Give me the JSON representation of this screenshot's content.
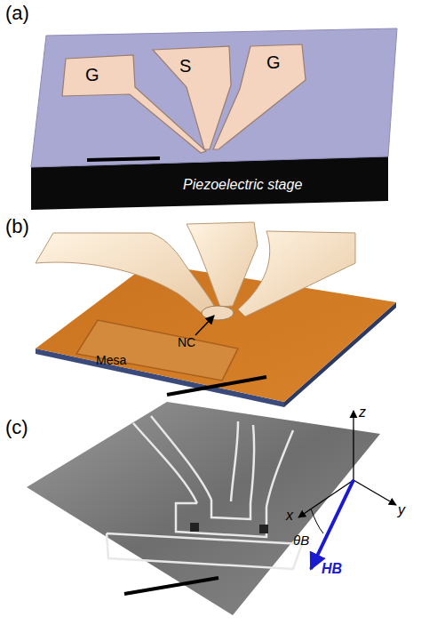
{
  "diagram": {
    "labels": [
      "(a)",
      "G",
      "S",
      "G",
      "Piezoelectric stage",
      "(b)",
      "Mesa",
      "NC",
      "(c)",
      "z",
      "x",
      "y",
      "θB",
      "HB"
    ]
  }
}
